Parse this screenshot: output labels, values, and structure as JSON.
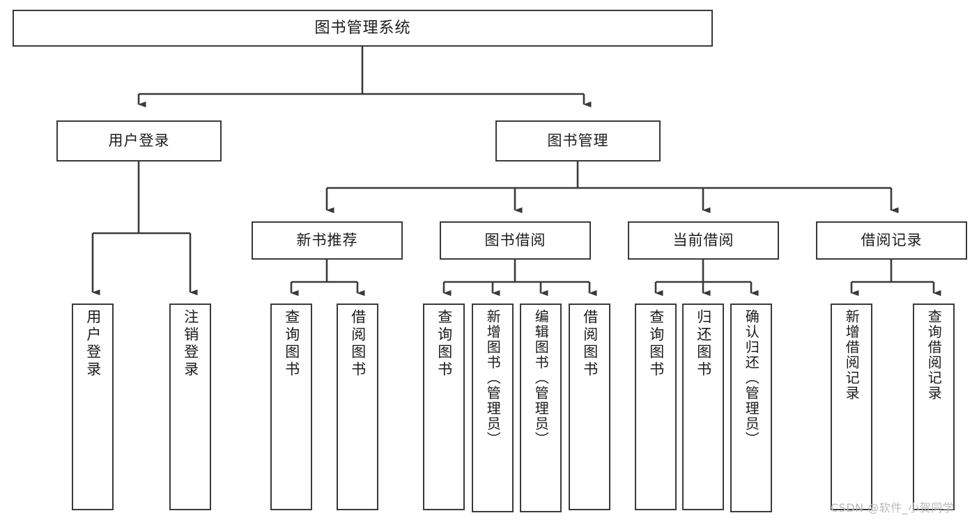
{
  "diagram": {
    "type": "hierarchy-tree",
    "title": "图书管理系统",
    "watermark": "CSDN @软件_小贺同学",
    "colors": {
      "box_border": "#3a3a3a",
      "box_fill": "#ffffff",
      "connector": "#3a3a3a",
      "text": "#1b1b1b",
      "watermark": "#b9b9b9"
    },
    "root": {
      "label": "图书管理系统"
    },
    "level2": [
      {
        "id": "user-login",
        "label": "用户登录"
      },
      {
        "id": "book-manage",
        "label": "图书管理"
      }
    ],
    "level3": [
      {
        "id": "new-book-recommend",
        "label": "新书推荐",
        "parent": "book-manage"
      },
      {
        "id": "book-borrow",
        "label": "图书借阅",
        "parent": "book-manage"
      },
      {
        "id": "current-borrow",
        "label": "当前借阅",
        "parent": "book-manage"
      },
      {
        "id": "borrow-record",
        "label": "借阅记录",
        "parent": "book-manage"
      }
    ],
    "leaves": [
      {
        "id": "leaf-user-login",
        "label": "用户登录",
        "parent": "user-login"
      },
      {
        "id": "leaf-user-logout",
        "label": "注销登录",
        "parent": "user-login"
      },
      {
        "id": "leaf-rec-query-book",
        "label": "查询图书",
        "parent": "new-book-recommend"
      },
      {
        "id": "leaf-rec-borrow-book",
        "label": "借阅图书",
        "parent": "new-book-recommend"
      },
      {
        "id": "leaf-bor-query-book",
        "label": "查询图书",
        "parent": "book-borrow"
      },
      {
        "id": "leaf-bor-add-book",
        "label": "新增图书（管理员）",
        "parent": "book-borrow"
      },
      {
        "id": "leaf-bor-edit-book",
        "label": "编辑图书（管理员）",
        "parent": "book-borrow"
      },
      {
        "id": "leaf-bor-borrow-book",
        "label": "借阅图书",
        "parent": "book-borrow"
      },
      {
        "id": "leaf-cur-query-book",
        "label": "查询图书",
        "parent": "current-borrow"
      },
      {
        "id": "leaf-cur-return-book",
        "label": "归还图书",
        "parent": "current-borrow"
      },
      {
        "id": "leaf-cur-confirm-return",
        "label": "确认归还（管理员）",
        "parent": "current-borrow"
      },
      {
        "id": "leaf-rec-add-record",
        "label": "新增借阅记录",
        "parent": "borrow-record"
      },
      {
        "id": "leaf-rec-query-record",
        "label": "查询借阅记录",
        "parent": "borrow-record"
      }
    ]
  }
}
